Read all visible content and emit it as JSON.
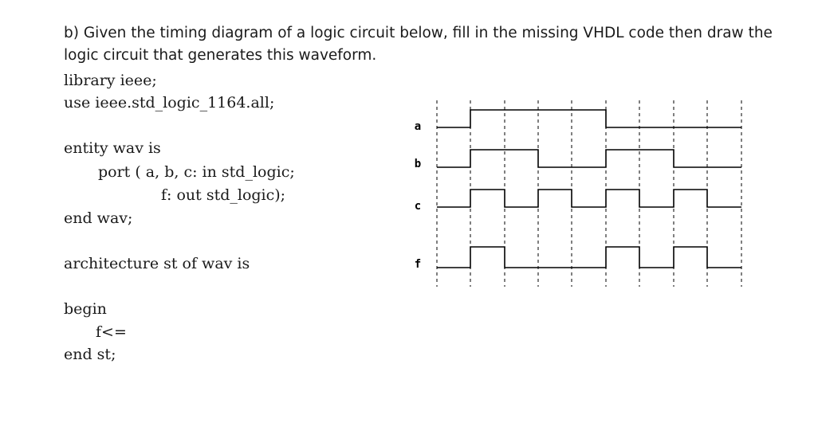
{
  "question": {
    "line1": "b) Given the timing diagram of a logic circuit below, fill in the missing VHDL code then draw the",
    "line2": "logic circuit that generates this waveform."
  },
  "code": {
    "lib": "library ieee;",
    "use": "use ieee.std_logic_1164.all;",
    "entity": "entity wav is",
    "port1": "port ( a, b, c: in std_logic;",
    "port2": "f: out std_logic);",
    "endwav": "end wav;",
    "arch": "architecture st of wav is",
    "begin": "begin",
    "assign": "f<=",
    "endst": "end st;"
  },
  "timing": {
    "signals": [
      {
        "name": "a",
        "bits": [
          0,
          1,
          1,
          1,
          1,
          0,
          0,
          0,
          0
        ]
      },
      {
        "name": "b",
        "bits": [
          0,
          1,
          1,
          0,
          0,
          1,
          1,
          0,
          0
        ]
      },
      {
        "name": "c",
        "bits": [
          0,
          1,
          0,
          1,
          0,
          1,
          0,
          1,
          0
        ]
      },
      {
        "name": "f",
        "bits": [
          0,
          1,
          0,
          0,
          0,
          1,
          0,
          1,
          0
        ]
      }
    ]
  }
}
